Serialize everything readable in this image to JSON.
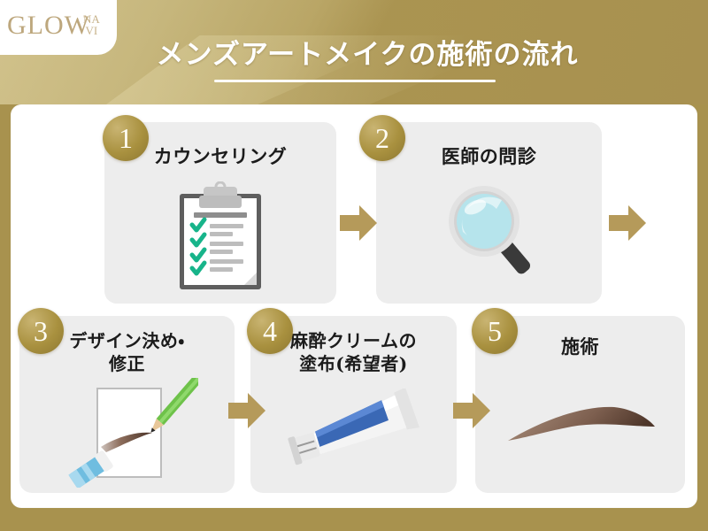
{
  "brand": {
    "logo_main": "GLOW",
    "logo_line1": "NA",
    "logo_line2": "VI"
  },
  "header": {
    "title": "メンズアートメイクの施術の流れ",
    "bg_color": "#a8924e",
    "accent_color": "#b59a5a",
    "title_color": "#ffffff"
  },
  "flow": {
    "card_bg": "#ededed",
    "badge_color": "#a9913f",
    "arrow_color": "#b59a5a",
    "steps": [
      {
        "number": "1",
        "label": "カウンセリング",
        "icon": "clipboard-checklist-icon",
        "arrow_after": "arrow-right-icon"
      },
      {
        "number": "2",
        "label": "医師の問診",
        "icon": "magnifying-glass-icon",
        "arrow_after": "arrow-right-icon"
      },
      {
        "number": "3",
        "label": "デザイン決め・修正",
        "label_line1": "デザイン決め・",
        "label_line2": "修正",
        "icon": "pencil-paper-eyebrow-icon",
        "arrow_after": "arrow-right-icon"
      },
      {
        "number": "4",
        "label": "麻酔クリームの塗布（希望者）",
        "label_line1": "麻酔クリームの",
        "label_line2": "塗布(希望者)",
        "icon": "cream-tube-icon",
        "arrow_after": "arrow-right-icon"
      },
      {
        "number": "5",
        "label": "施術",
        "icon": "eyebrow-icon",
        "arrow_after": ""
      }
    ]
  }
}
